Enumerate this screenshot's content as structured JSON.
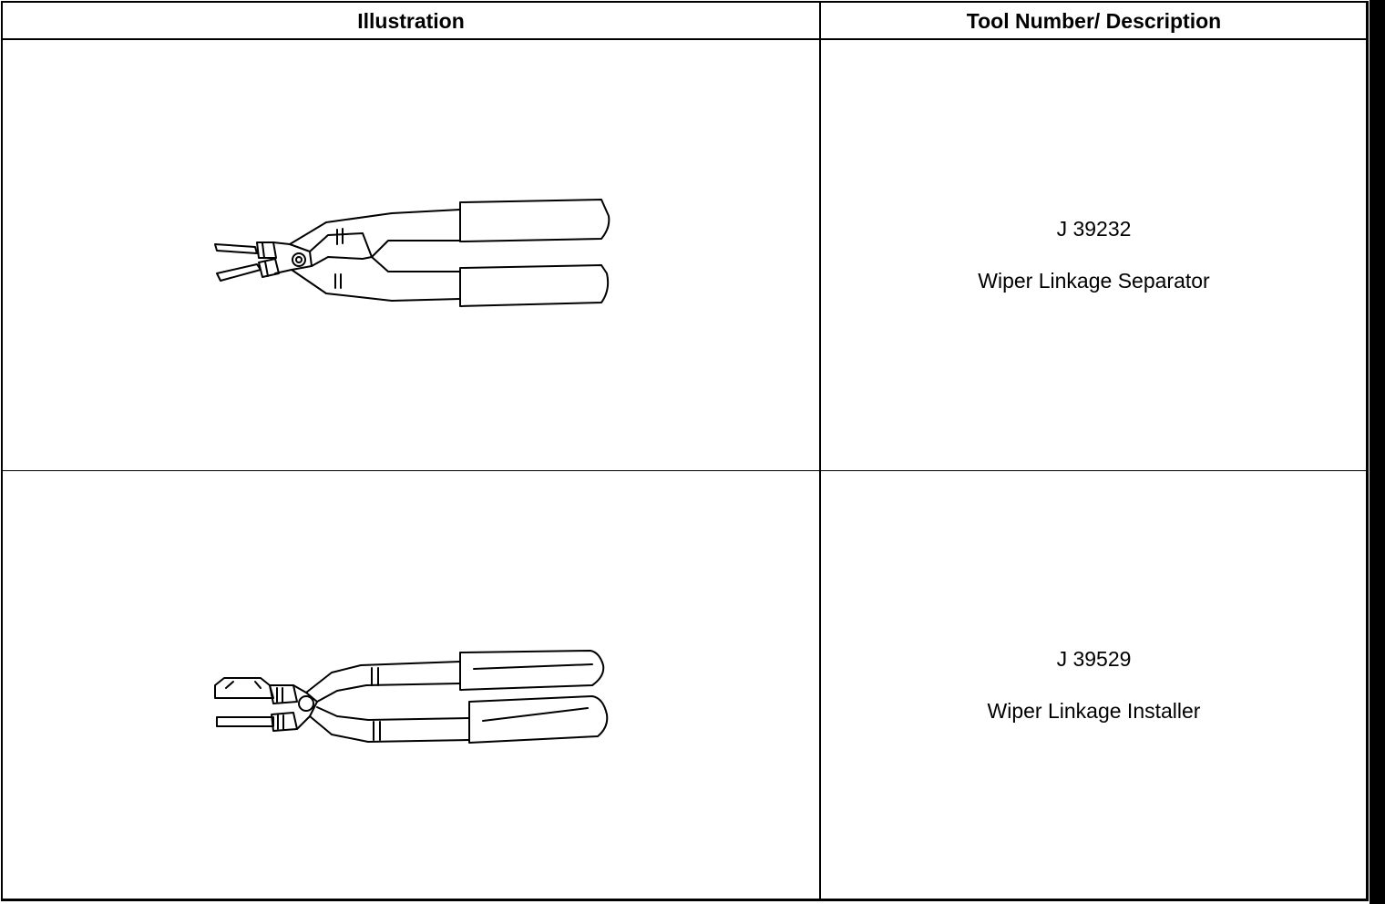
{
  "table": {
    "headers": {
      "illustration": "Illustration",
      "tool": "Tool Number/ Description"
    },
    "rows": [
      {
        "illustration_icon": "linkage-separator-pliers",
        "tool_number": "J 39232",
        "description": "Wiper Linkage Separator"
      },
      {
        "illustration_icon": "linkage-installer-pliers",
        "tool_number": "J 39529",
        "description": "Wiper Linkage Installer"
      }
    ]
  }
}
